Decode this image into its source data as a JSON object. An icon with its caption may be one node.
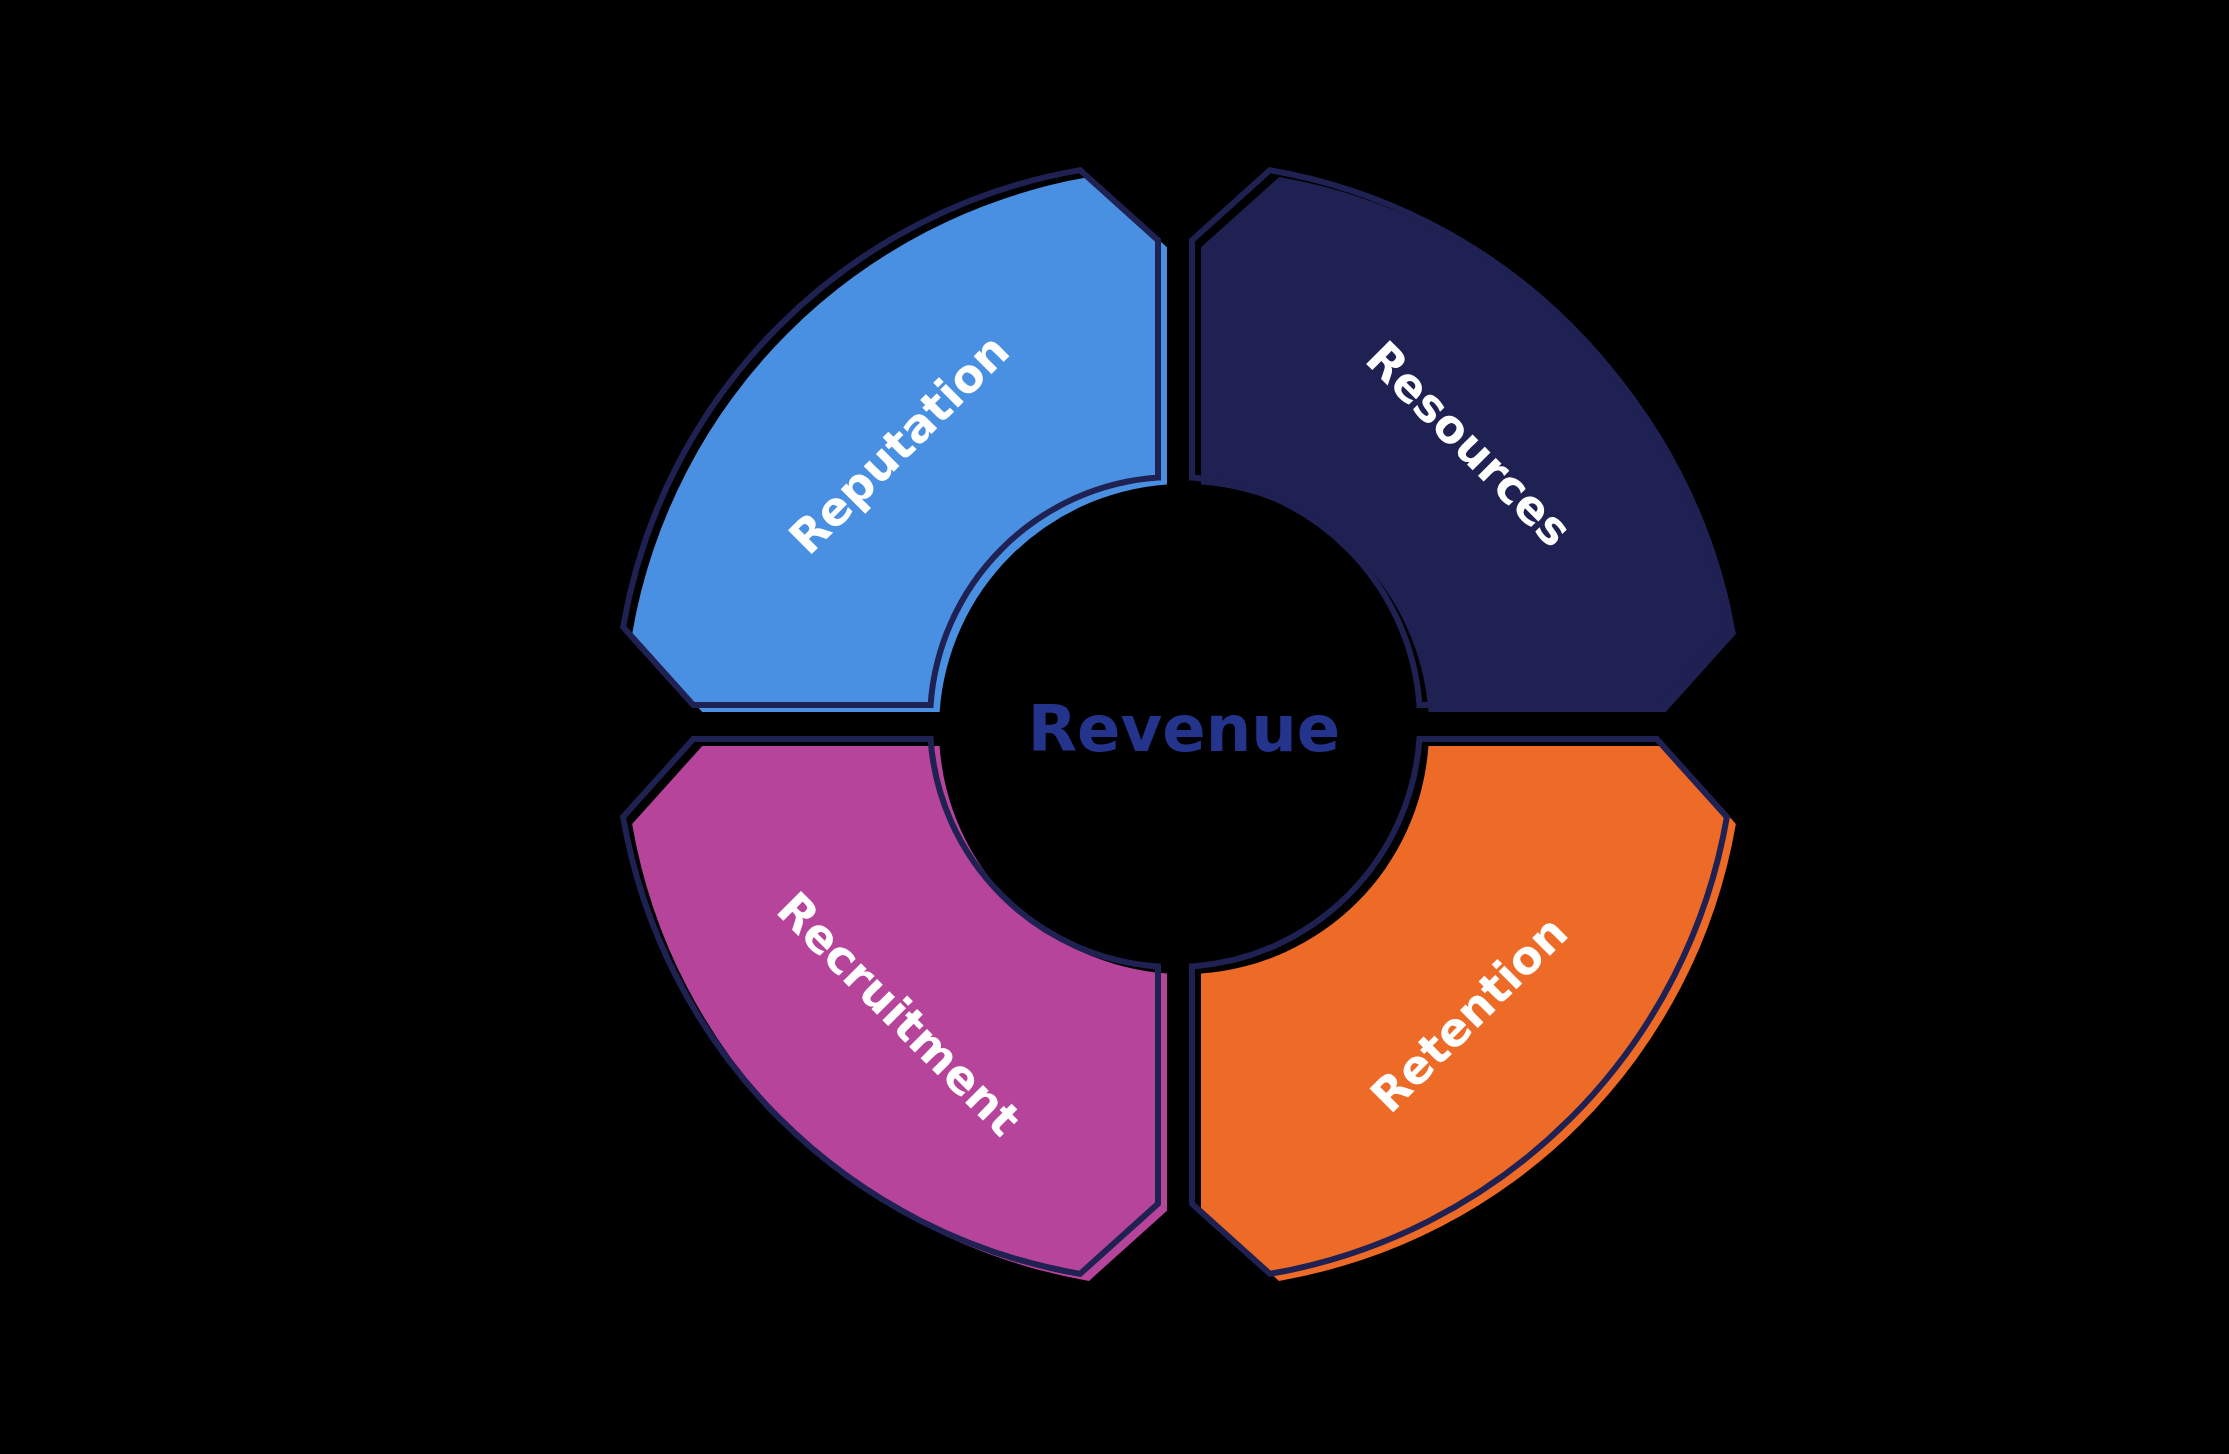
{
  "diagram": {
    "nodes": [
      {
        "text": [
          "Reputation"
        ]
      },
      {
        "text": [
          "Resources"
        ]
      },
      {
        "text": [
          "Revenue"
        ]
      },
      {
        "text": [
          "Recruitment"
        ]
      },
      {
        "text": [
          "Retention"
        ]
      }
    ]
  }
}
